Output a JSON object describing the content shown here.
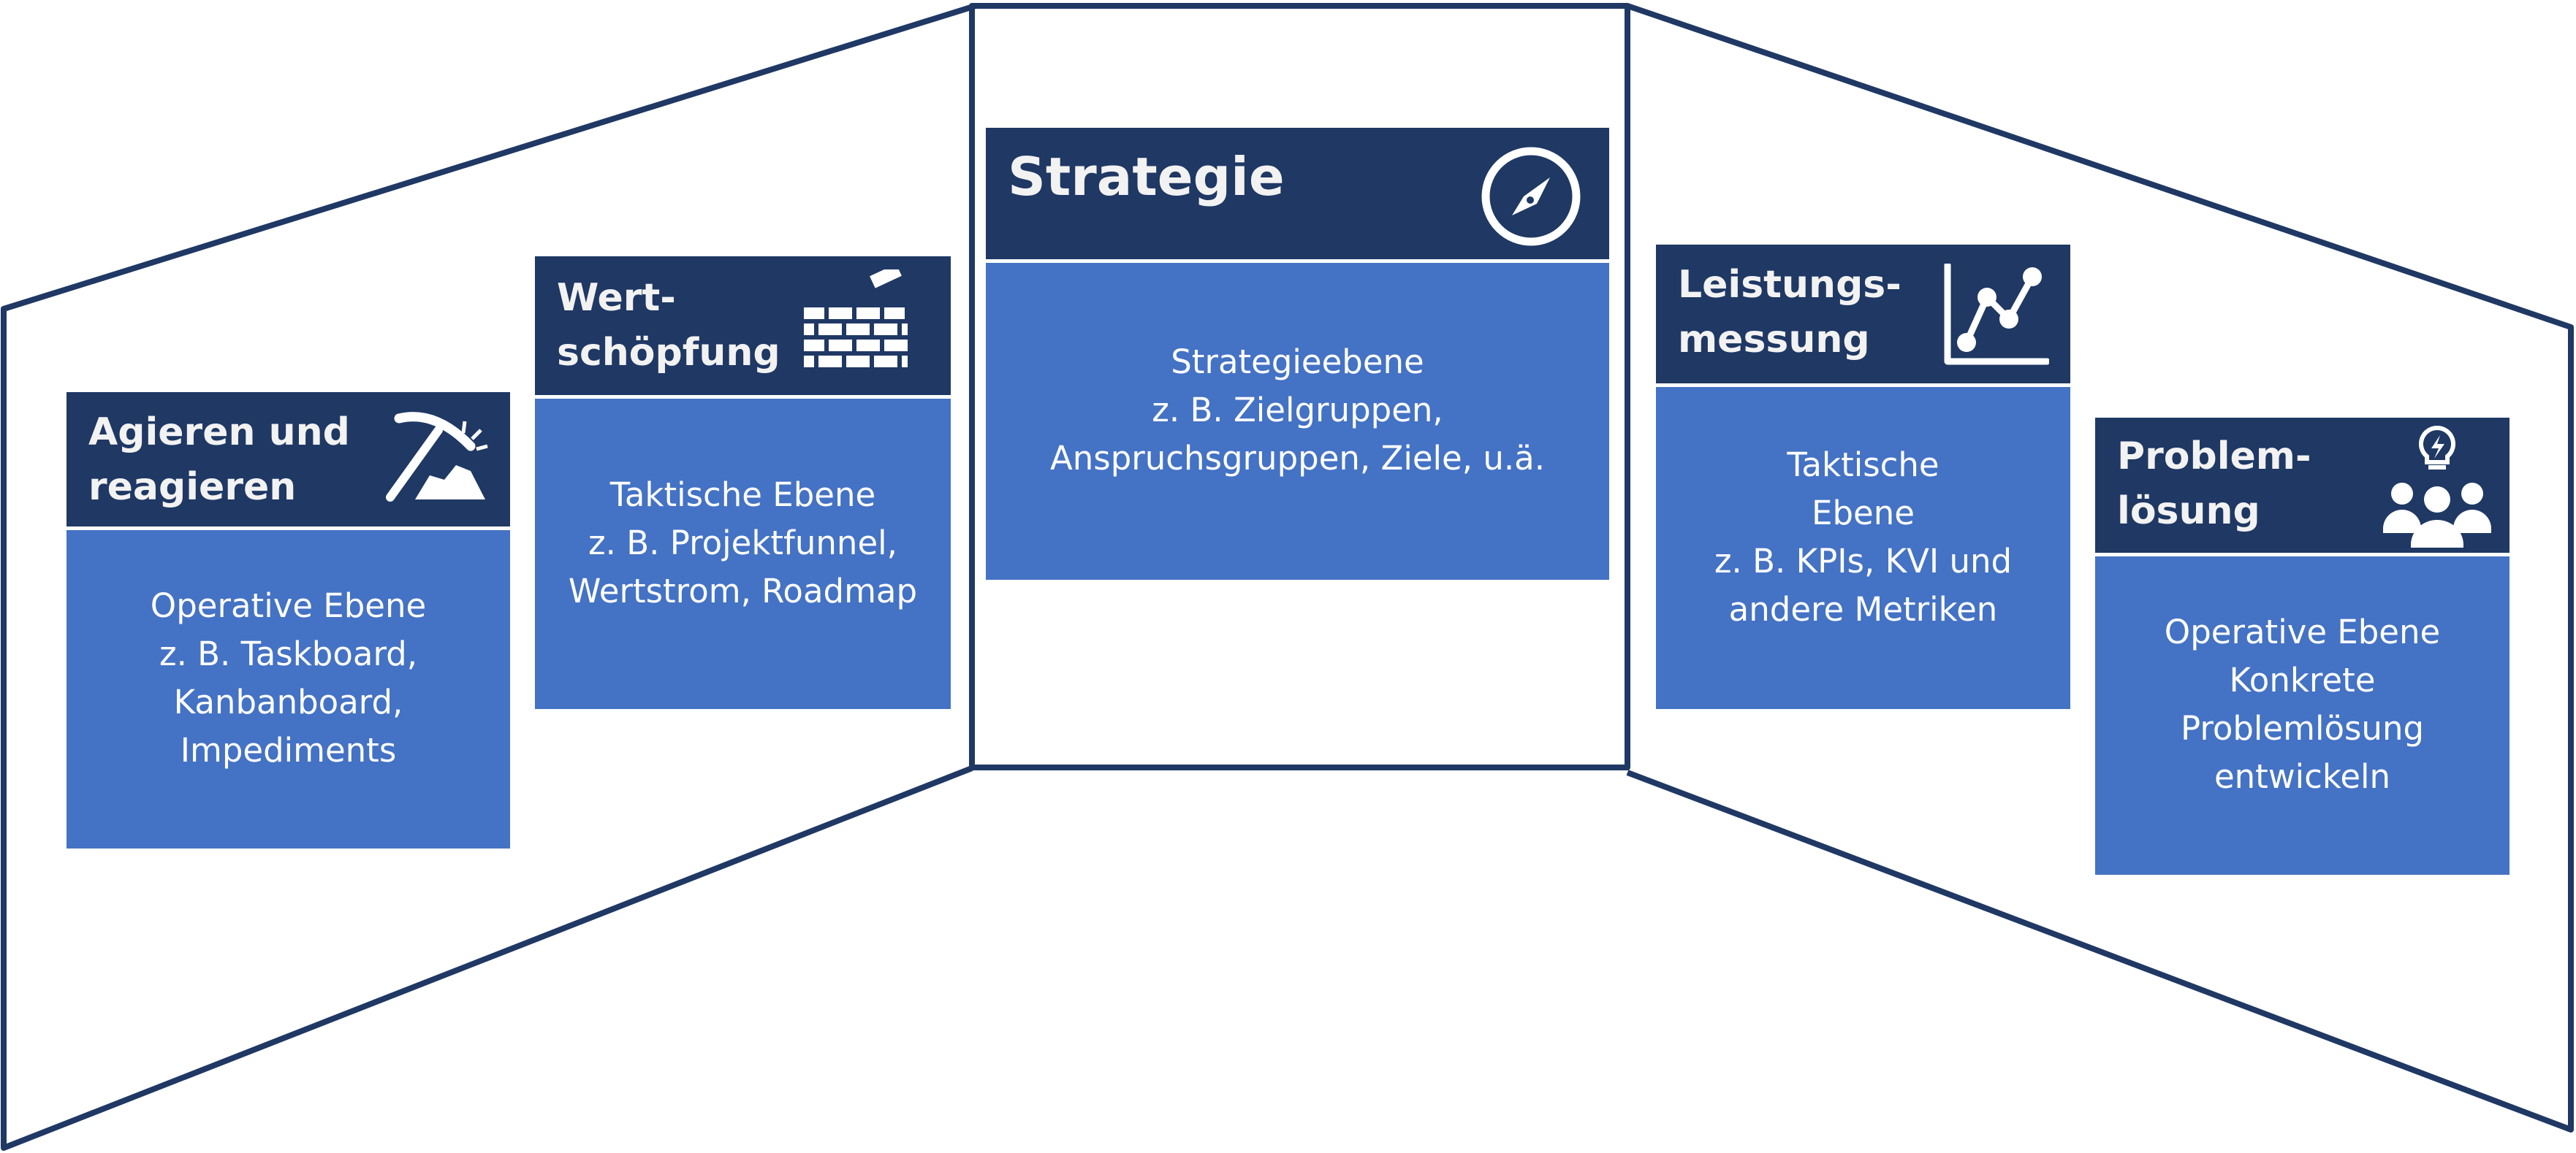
{
  "colors": {
    "outline": "#1f3864",
    "header": "#1f3864",
    "body": "#4472c4",
    "header_text": "#f2f2f2",
    "body_text": "#ffffff"
  },
  "cards": [
    {
      "id": "agieren",
      "title": "Agieren und\nreagieren",
      "body": "Operative Ebene\nz. B. Taskboard,\nKanbanboard,\nImpediments",
      "icon": "pickaxe-icon"
    },
    {
      "id": "wertschoepfung",
      "title": "Wert-\nschöpfung",
      "body": "Taktische Ebene\nz. B. Projektfunnel,\nWertstrom, Roadmap",
      "icon": "brick-wall-icon"
    },
    {
      "id": "strategie",
      "title": "Strategie",
      "body": "Strategieebene\nz. B. Zielgruppen,\nAnspruchsgruppen, Ziele, u.ä.",
      "icon": "compass-icon"
    },
    {
      "id": "leistungsmessung",
      "title": "Leistungs-\nmessung",
      "body": "Taktische\nEbene\nz. B. KPIs, KVI und\nandere Metriken",
      "icon": "line-chart-icon"
    },
    {
      "id": "problemloesung",
      "title": "Problem-\nlösung",
      "body": "Operative Ebene\nKonkrete\nProblemlösung\nentwickeln",
      "icon": "team-idea-icon"
    }
  ]
}
